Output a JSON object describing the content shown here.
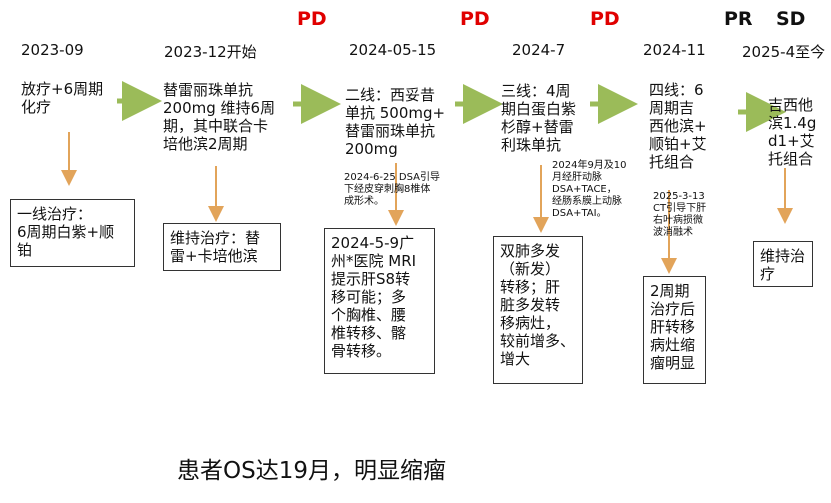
{
  "status_labels": {
    "pd1": "PD",
    "pd2": "PD",
    "pd3": "PD",
    "pr": "PR",
    "sd": "SD"
  },
  "dates": {
    "d1": "2023-09",
    "d2": "2023-12开始",
    "d3": "2024-05-15",
    "d4": "2024-7",
    "d5": "2024-11",
    "d6": "2025-4至今"
  },
  "regimens": {
    "r1": "放疗+6周期\n化疗",
    "r2": "替雷丽珠单抗\n200mg  维持6周\n期，其中联合卡\n培他滨2周期",
    "r3": "二线：西妥昔\n单抗 500mg+\n替雷丽珠单抗\n200mg",
    "r4": "三线：4周\n期白蛋白紫\n杉醇+替雷\n利珠单抗",
    "r5": "四线：6\n周期吉\n西他滨+\n顺铂+艾\n托组合",
    "r6": "吉西他\n滨1.4g\nd1+艾\n托组合"
  },
  "notes": {
    "n1": "2024-6-25 DSA引导\n下经皮穿刺胸8椎体\n成形术。",
    "n2": "2024年9月及10\n月经肝动脉\nDSA+TACE，\n经肠系膜上动脉\nDSA+TAI。",
    "n3": "2025-3-13\nCT引导下肝\n右叶病损微\n波消融术"
  },
  "boxes": {
    "b1": "一线治疗：\n6周期白紫+顺\n铂",
    "b2": "维持治疗：替\n雷+卡培他滨",
    "b3": "2024-5-9广\n州*医院 MRI\n提示肝S8转\n移可能；多\n个胸椎、腰\n椎转移、髂\n骨转移。",
    "b4": "双肺多发\n（新发）\n转移；肝\n脏多发转\n移病灶，\n较前增多、\n增大",
    "b5": "2周期\n治疗后\n肝转移\n病灶缩\n瘤明显",
    "b6": "维持治\n疗"
  },
  "footer": "患者OS达19月，明显缩瘤",
  "colors": {
    "arrow": "#9bbb59",
    "arrow_down": "#e2a45a",
    "pd": "#e00000"
  }
}
